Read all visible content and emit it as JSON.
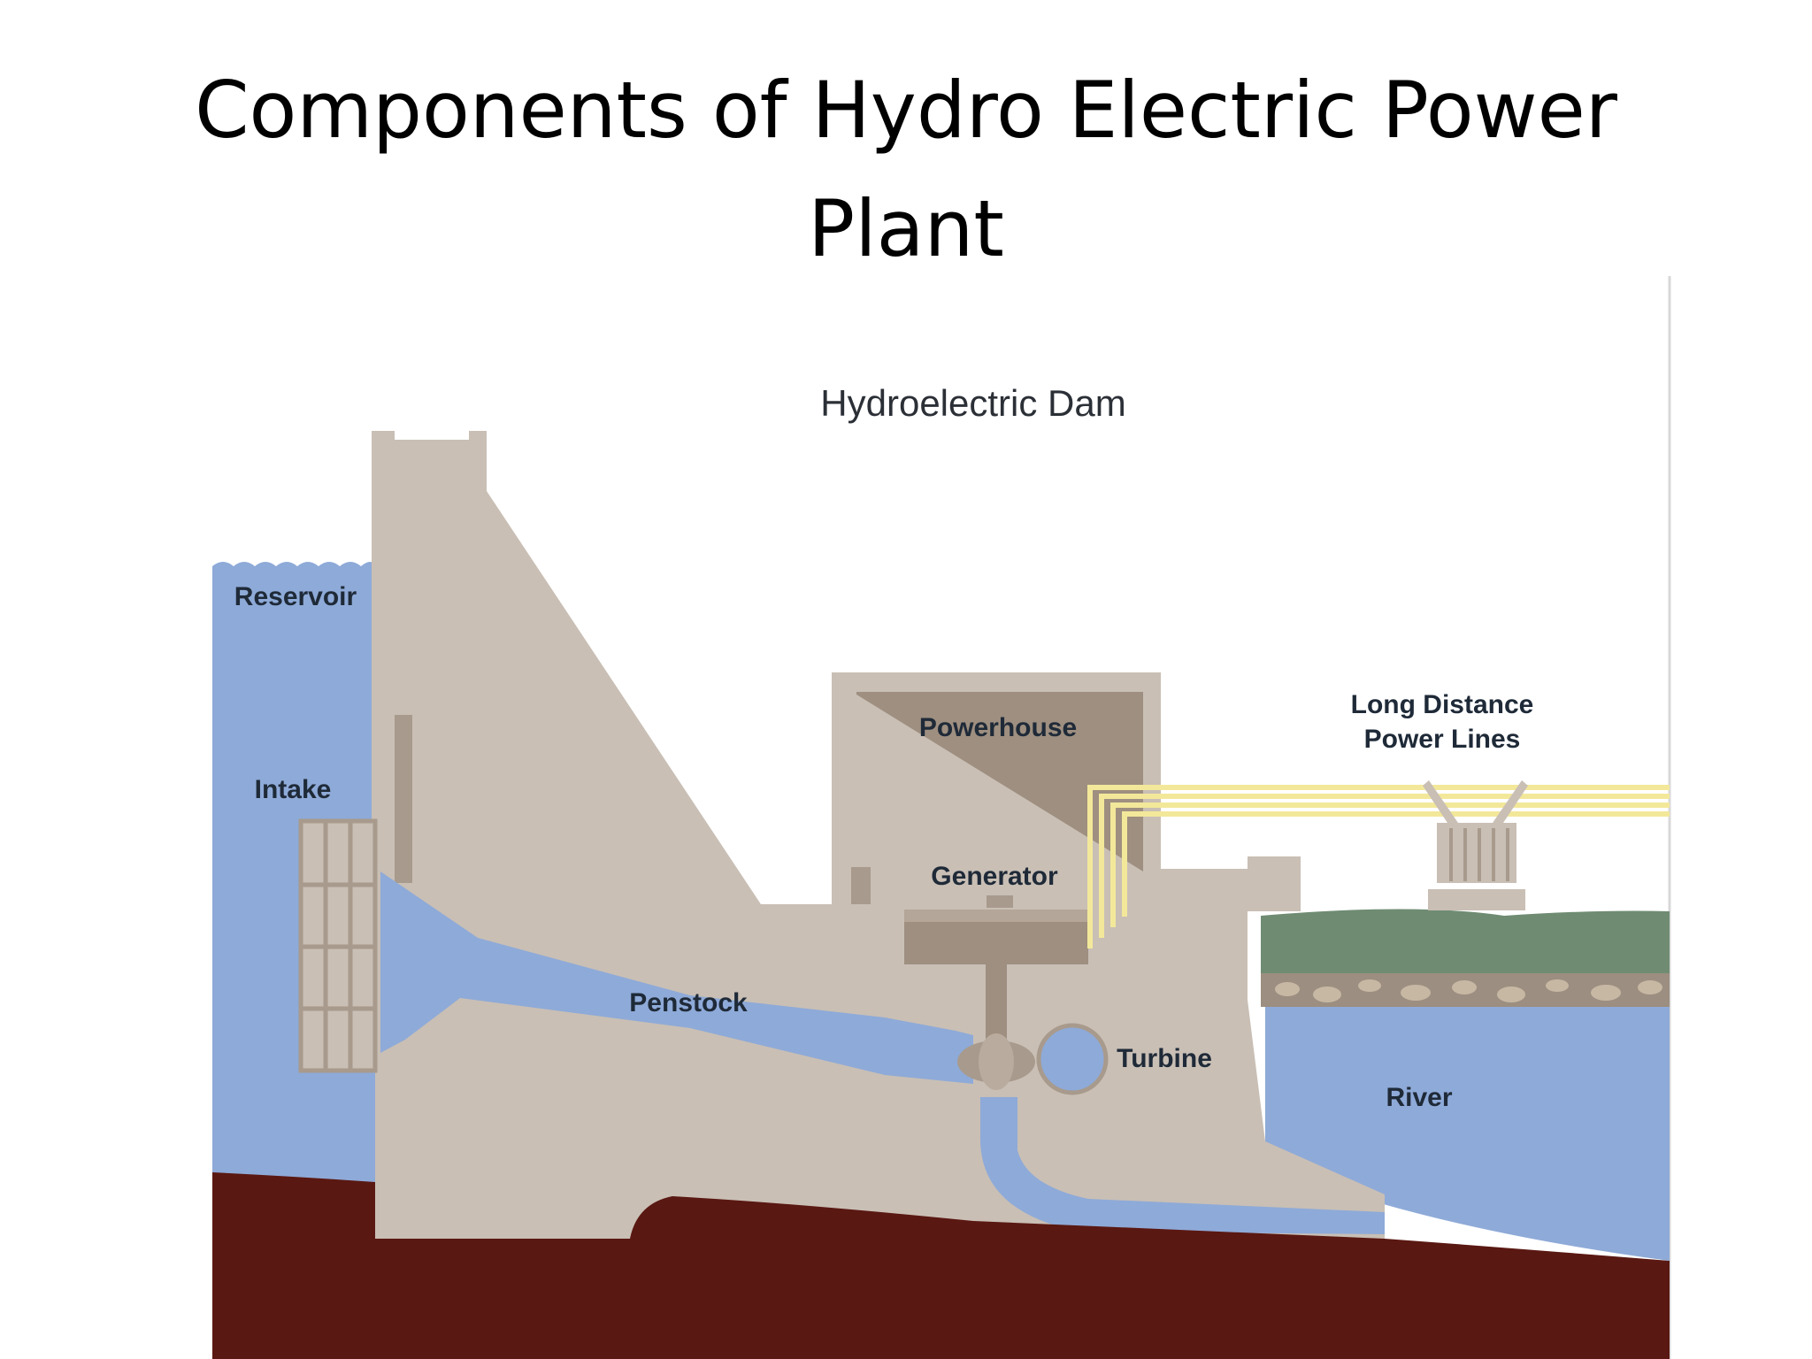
{
  "slide": {
    "title": "Components of Hydro Electric Power Plant"
  },
  "diagram": {
    "heading": "Hydroelectric Dam",
    "labels": {
      "reservoir": "Reservoir",
      "intake": "Intake",
      "penstock": "Penstock",
      "powerhouse": "Powerhouse",
      "generator": "Generator",
      "turbine": "Turbine",
      "power_lines_line1": "Long Distance",
      "power_lines_line2": "Power Lines",
      "river": "River"
    },
    "colors": {
      "water": "#8eaad8",
      "concrete": "#c9bfb5",
      "concrete_dark": "#a89a8c",
      "bedrock": "#5a1812",
      "grass": "#6f8c72",
      "power_line": "#f3e89a"
    }
  }
}
